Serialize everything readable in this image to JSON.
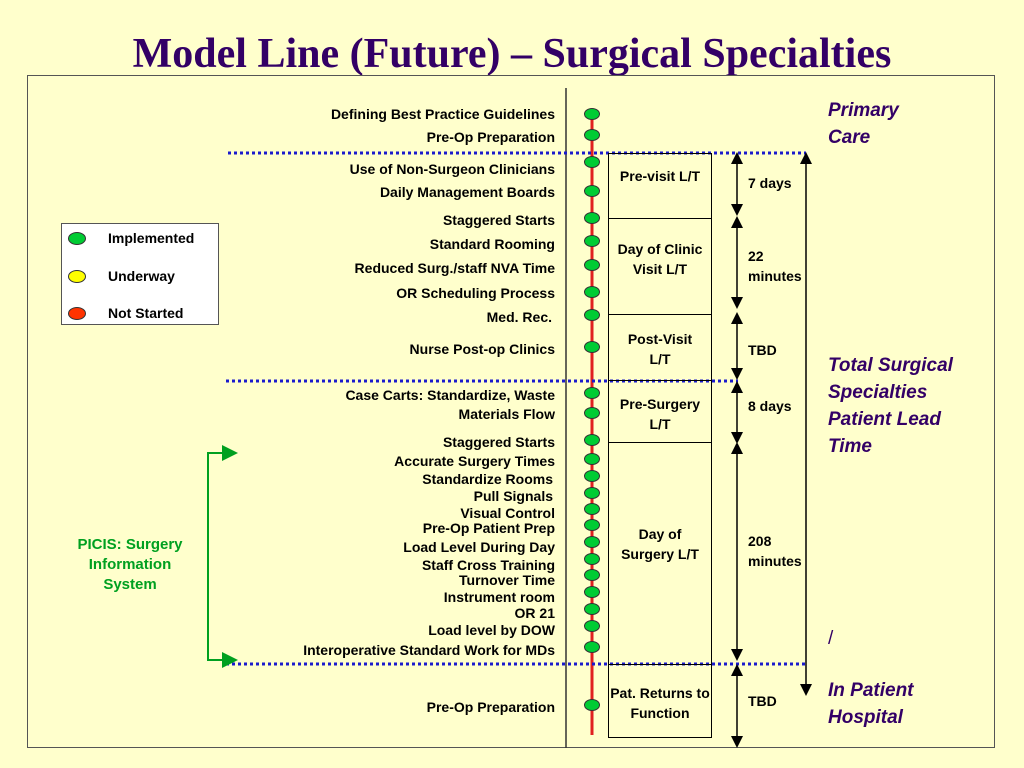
{
  "title": "Model Line (Future) – Surgical Specialties",
  "legend": {
    "items": [
      {
        "label": "Implemented",
        "color": "#00CC33"
      },
      {
        "label": "Underway",
        "color": "#FFFF00"
      },
      {
        "label": "Not Started",
        "color": "#FF3300"
      }
    ]
  },
  "picis_label": "PICIS: Surgery Information System",
  "steps": [
    "Defining Best Practice Guidelines",
    "Pre-Op Preparation",
    "Use of Non-Surgeon Clinicians",
    "Daily Management Boards",
    "Staggered Starts",
    "Standard Rooming",
    "Reduced Surg./staff NVA Time",
    "OR Scheduling Process",
    "Med. Rec.",
    "Nurse Post-op Clinics",
    "Case Carts: Standardize, Waste",
    "Materials Flow",
    "Staggered Starts",
    "Accurate Surgery Times",
    "Standardize Rooms",
    "Pull Signals",
    "Visual Control",
    "Pre-Op Patient Prep",
    "Load Level During Day",
    "Staff Cross Training",
    "Turnover Time",
    "Instrument room",
    "OR 21",
    "Load level by DOW",
    "Interoperative Standard Work for MDs",
    "Pre-Op Preparation"
  ],
  "phases": [
    {
      "label": "Pre-visit L/T",
      "duration": "7 days"
    },
    {
      "label": "Day of Clinic Visit L/T",
      "duration": "22 minutes"
    },
    {
      "label": "Post-Visit L/T",
      "duration": "TBD"
    },
    {
      "label": "Pre-Surgery L/T",
      "duration": "8 days"
    },
    {
      "label": "Day of Surgery L/T",
      "duration": "208 minutes"
    },
    {
      "label": "Pat. Returns to Function",
      "duration": "TBD"
    }
  ],
  "side_labels": {
    "primary": "Primary Care",
    "total": "Total Surgical Specialties Patient Lead Time",
    "slash": "/",
    "inpatient": "In Patient Hospital"
  },
  "colors": {
    "title": "#330066",
    "timeline": "#E02020",
    "separator": "#1A1ACC",
    "picis": "#00A020",
    "dot_implemented": "#00CC33"
  }
}
